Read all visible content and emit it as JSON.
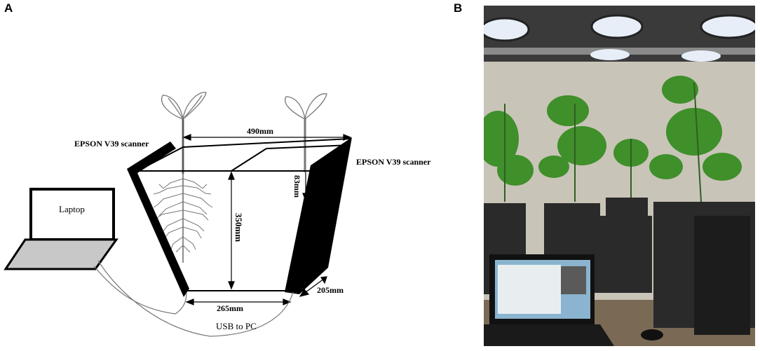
{
  "panels": {
    "a_label": "A",
    "b_label": "B"
  },
  "diagram": {
    "scanner_left_label": "EPSON V39 scanner",
    "scanner_right_label": "EPSON V39 scanner",
    "laptop_label": "Laptop",
    "usb_label": "USB to PC",
    "dimensions": {
      "top_width": "490mm",
      "depth_right": "83mm",
      "height": "350mm",
      "bottom_width": "265mm",
      "bottom_depth": "205mm"
    }
  },
  "colors": {
    "scanner_plate": "#000000",
    "laptop_screen": "#ffffff",
    "laptop_keyboard": "#c8c8c8",
    "root_line": "#777777",
    "wall": "#c9c4b8",
    "light_fixture": "#e8eef8",
    "leaf": "#3f8f2a",
    "pot": "#2a2a2a",
    "floor": "#7a6a55"
  }
}
